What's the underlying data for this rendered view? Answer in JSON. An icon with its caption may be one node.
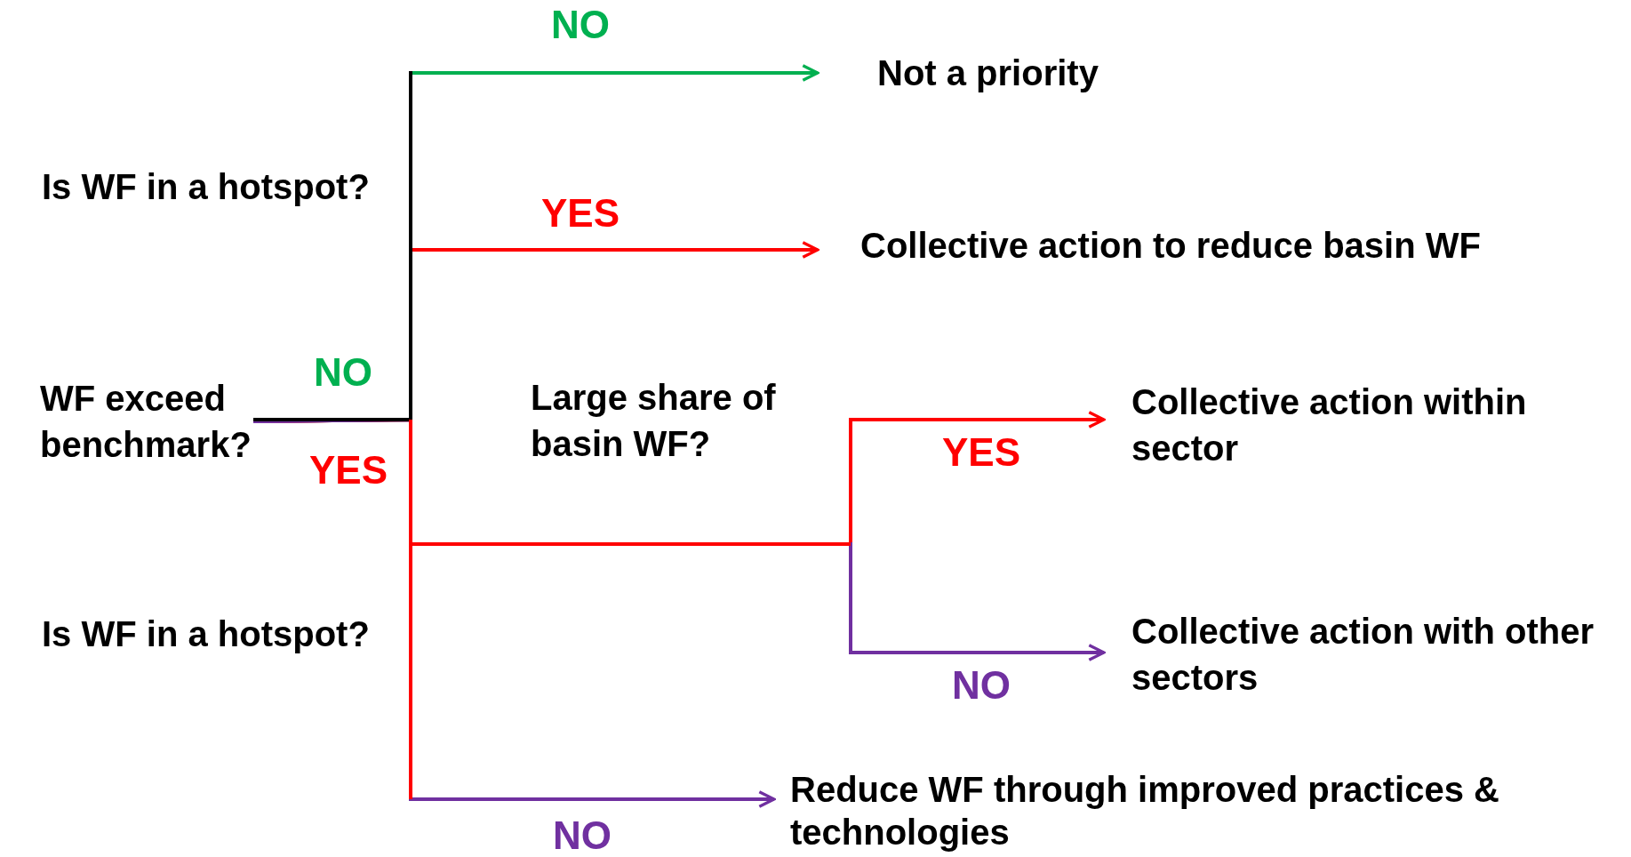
{
  "diagram": {
    "nodes": [
      {
        "text": [
          "WF exceed benchmark?"
        ]
      },
      {
        "text": [
          "Not a priority"
        ]
      },
      {
        "text": [
          "Collective action to reduce basin WF"
        ]
      },
      {
        "text": [
          "Collective action within sector"
        ]
      },
      {
        "text": [
          "Collective action with other sectors"
        ]
      },
      {
        "text": [
          "Reduce WF through improved practices & technologies"
        ]
      }
    ],
    "edges": [
      {
        "from": 0,
        "to": 1,
        "arrow": "to",
        "label": "NO",
        "color": "#00b050"
      },
      {
        "from": 0,
        "to": 2,
        "arrow": "to",
        "label": "YES",
        "color": "#ff0000"
      },
      {
        "from": 0,
        "to": 3,
        "arrow": "to",
        "label": "YES",
        "color": "#ff0000"
      },
      {
        "from": 0,
        "to": 4,
        "arrow": "to",
        "label": "NO",
        "color": "#7030a0"
      },
      {
        "from": 0,
        "to": 5,
        "arrow": "to",
        "label": "NO",
        "color": "#7030a0"
      }
    ],
    "labels": [
      "Is WF in a hotspot?",
      "NO",
      "Large share of basin WF?",
      "YES",
      "Is WF in a hotspot?"
    ]
  }
}
